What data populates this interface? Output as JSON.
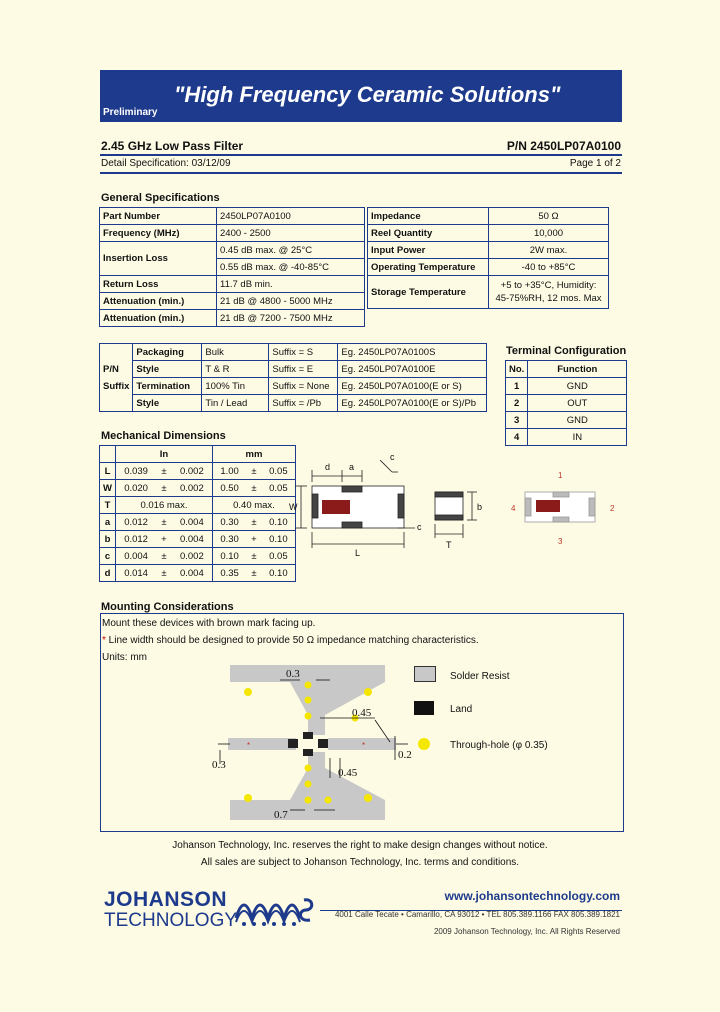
{
  "banner": {
    "title": "\"High Frequency Ceramic Solutions\"",
    "preliminary": "Preliminary"
  },
  "header": {
    "product": "2.45 GHz Low Pass Filter",
    "part_number": "P/N 2450LP07A0100",
    "detail": "Detail Specification:  03/12/09",
    "page": "Page 1 of 2"
  },
  "general": {
    "title": "General Specifications",
    "left": [
      {
        "k": "Part Number",
        "v": "2450LP07A0100"
      },
      {
        "k": "Frequency (MHz)",
        "v": "2400 - 2500"
      },
      {
        "k": "Insertion Loss",
        "v": "0.45 dB max. @ 25°C",
        "v2": "0.55 dB max. @ -40-85°C"
      },
      {
        "k": "Return Loss",
        "v": "11.7 dB min."
      },
      {
        "k": "Attenuation (min.)",
        "v": "21 dB @ 4800 - 5000 MHz"
      },
      {
        "k": "Attenuation (min.)",
        "v": "21 dB @ 7200 - 7500 MHz"
      }
    ],
    "right": [
      {
        "k": "Impedance",
        "v": "50 Ω"
      },
      {
        "k": "Reel Quantity",
        "v": "10,000"
      },
      {
        "k": "Input Power",
        "v": "2W max."
      },
      {
        "k": "Operating Temperature",
        "v": "-40 to +85°C"
      },
      {
        "k": "Storage Temperature",
        "v": "+5 to +35°C, Humidity:",
        "v2": "45-75%RH, 12 mos. Max"
      }
    ]
  },
  "pn_suffix": {
    "label1": "P/N",
    "label2": "Suffix",
    "rows": [
      [
        "Packaging",
        "Bulk",
        "Suffix = S",
        "Eg. 2450LP07A0100S"
      ],
      [
        "Style",
        "T & R",
        "Suffix = E",
        "Eg. 2450LP07A0100E"
      ],
      [
        "Termination",
        "100% Tin",
        "Suffix = None",
        "Eg. 2450LP07A0100(E or S)"
      ],
      [
        "Style",
        "Tin / Lead",
        "Suffix = /Pb",
        "Eg. 2450LP07A0100(E or S)/Pb"
      ]
    ]
  },
  "terminal": {
    "title": "Terminal Configuration",
    "head": [
      "No.",
      "Function"
    ],
    "rows": [
      [
        "1",
        "GND"
      ],
      [
        "2",
        "OUT"
      ],
      [
        "3",
        "GND"
      ],
      [
        "4",
        "IN"
      ]
    ]
  },
  "mechanical": {
    "title": "Mechanical Dimensions",
    "head": [
      "In",
      "mm"
    ],
    "rows": [
      [
        "L",
        "0.039",
        "±",
        "0.002",
        "1.00",
        "±",
        "0.05"
      ],
      [
        "W",
        "0.020",
        "±",
        "0.002",
        "0.50",
        "±",
        "0.05"
      ],
      [
        "T",
        "0.016 max.",
        "",
        "",
        "0.40 max.",
        "",
        ""
      ],
      [
        "a",
        "0.012",
        "±",
        "0.004",
        "0.30",
        "±",
        "0.10"
      ],
      [
        "b",
        "0.012",
        "+",
        "0.004",
        "0.30",
        "+",
        "0.10"
      ],
      [
        "c",
        "0.004",
        "±",
        "0.002",
        "0.10",
        "±",
        "0.05"
      ],
      [
        "d",
        "0.014",
        "±",
        "0.004",
        "0.35",
        "±",
        "0.10"
      ]
    ],
    "dim_labels": {
      "d": "d",
      "a": "a",
      "c": "c",
      "W": "W",
      "L": "L",
      "b": "b",
      "T": "T",
      "p1": "1",
      "p2": "2",
      "p3": "3",
      "p4": "4"
    }
  },
  "mounting": {
    "title": "Mounting Considerations",
    "line1": "Mount these devices with brown mark facing up.",
    "star": "*",
    "line2": " Line width should be designed to provide 50 Ω impedance matching characteristics.",
    "units": "Units: mm",
    "legend": [
      "Solder Resist",
      "Land",
      "Through-hole (φ 0.35)"
    ],
    "dims": {
      "d03a": "0.3",
      "d045a": "0.45",
      "d03b": "0.3",
      "d02": "0.2",
      "d045b": "0.45",
      "d07": "0.7"
    }
  },
  "footer": {
    "notice1": "Johanson Technology, Inc. reserves the right to make design changes without notice.",
    "notice2": "All sales are subject to Johanson Technology, Inc. terms and conditions.",
    "logo1": "JOHANSON",
    "logo2": "TECHNOLOGY",
    "url": "www.johansontechnology.com",
    "address": "4001 Calle Tecate • Camarillo, CA 93012 • TEL 805.389.1166 FAX 805.389.1821",
    "copyright": "2009 Johanson Technology, Inc. All Rights Reserved"
  },
  "colors": {
    "brand_blue": "#1d3a8c",
    "mark": "#8b1a1a",
    "land": "#222222",
    "resist": "#c8c8c8",
    "hole": "#f5e600"
  }
}
